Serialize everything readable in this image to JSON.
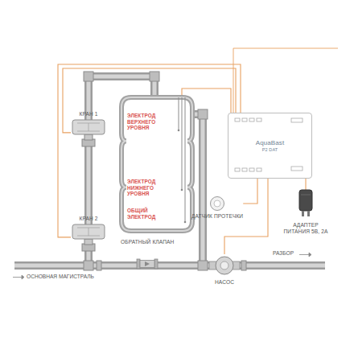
{
  "diagram": {
    "nodes": [
      {
        "text": [
          "КРАН 1"
        ]
      },
      {
        "text": [
          "КРАН 2"
        ]
      },
      {
        "text": [
          "ЭЛЕКТРОД ВЕРХНЕГО УРОВНЯ",
          "ЭЛЕКТРОД НИЖНЕГО УРОВНЯ",
          "ОБЩИЙ ЭЛЕКТРОД"
        ]
      },
      {
        "text": [
          "AquaBast",
          "P2 DAT"
        ]
      },
      {
        "text": [
          "ДАТЧИК ПРОТЕЧКИ"
        ]
      },
      {
        "text": [
          "АДАПТЕР ПИТАНИЯ 5В, 2А"
        ]
      },
      {
        "text": [
          "ОБРАТНЫЙ КЛАПАН"
        ]
      },
      {
        "text": [
          "НАСОС"
        ]
      }
    ],
    "edges": [
      {
        "from": 3,
        "to": 0,
        "arrow": "none"
      },
      {
        "from": 3,
        "to": 1,
        "arrow": "none"
      },
      {
        "from": 3,
        "to": 2,
        "arrow": "none"
      },
      {
        "from": 3,
        "to": 4,
        "arrow": "none"
      },
      {
        "from": 3,
        "to": 5,
        "arrow": "none"
      },
      {
        "from": 3,
        "to": 7,
        "arrow": "none"
      }
    ],
    "labels": [
      "ОСНОВНАЯ МАГИСТРАЛЬ",
      "РАЗБОР"
    ]
  }
}
